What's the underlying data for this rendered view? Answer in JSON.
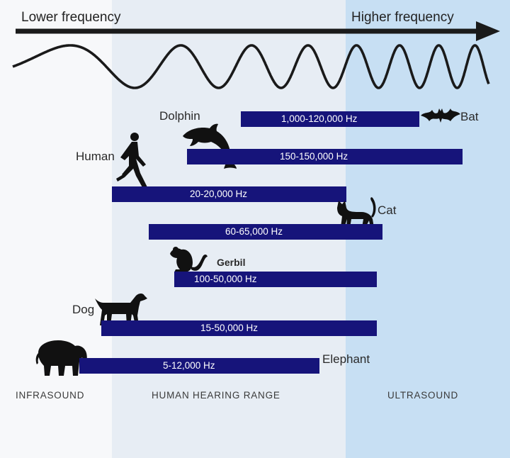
{
  "header": {
    "lower_label": "Lower frequency",
    "higher_label": "Higher frequency"
  },
  "zones": {
    "infrasound": "INFRASOUND",
    "human_range": "HUMAN HEARING RANGE",
    "ultrasound": "ULTRASOUND"
  },
  "animals": [
    {
      "name": "Bat",
      "range": "1,000-120,000 Hz",
      "icon": "bat-icon"
    },
    {
      "name": "Dolphin",
      "range": "150-150,000 Hz",
      "icon": "dolphin-icon"
    },
    {
      "name": "Human",
      "range": "20-20,000 Hz",
      "icon": "human-runner-icon"
    },
    {
      "name": "Cat",
      "range": "60-65,000 Hz",
      "icon": "cat-icon"
    },
    {
      "name": "Gerbil",
      "range": "100-50,000 Hz",
      "icon": "gerbil-icon"
    },
    {
      "name": "Dog",
      "range": "15-50,000 Hz",
      "icon": "dog-icon"
    },
    {
      "name": "Elephant",
      "range": "5-12,000 Hz",
      "icon": "elephant-icon"
    }
  ],
  "colors": {
    "bar": "#16147a",
    "infrasound_zone": "#f7f8fa",
    "human_zone": "#e7edf4",
    "ultrasound_zone": "#c7dff3"
  }
}
